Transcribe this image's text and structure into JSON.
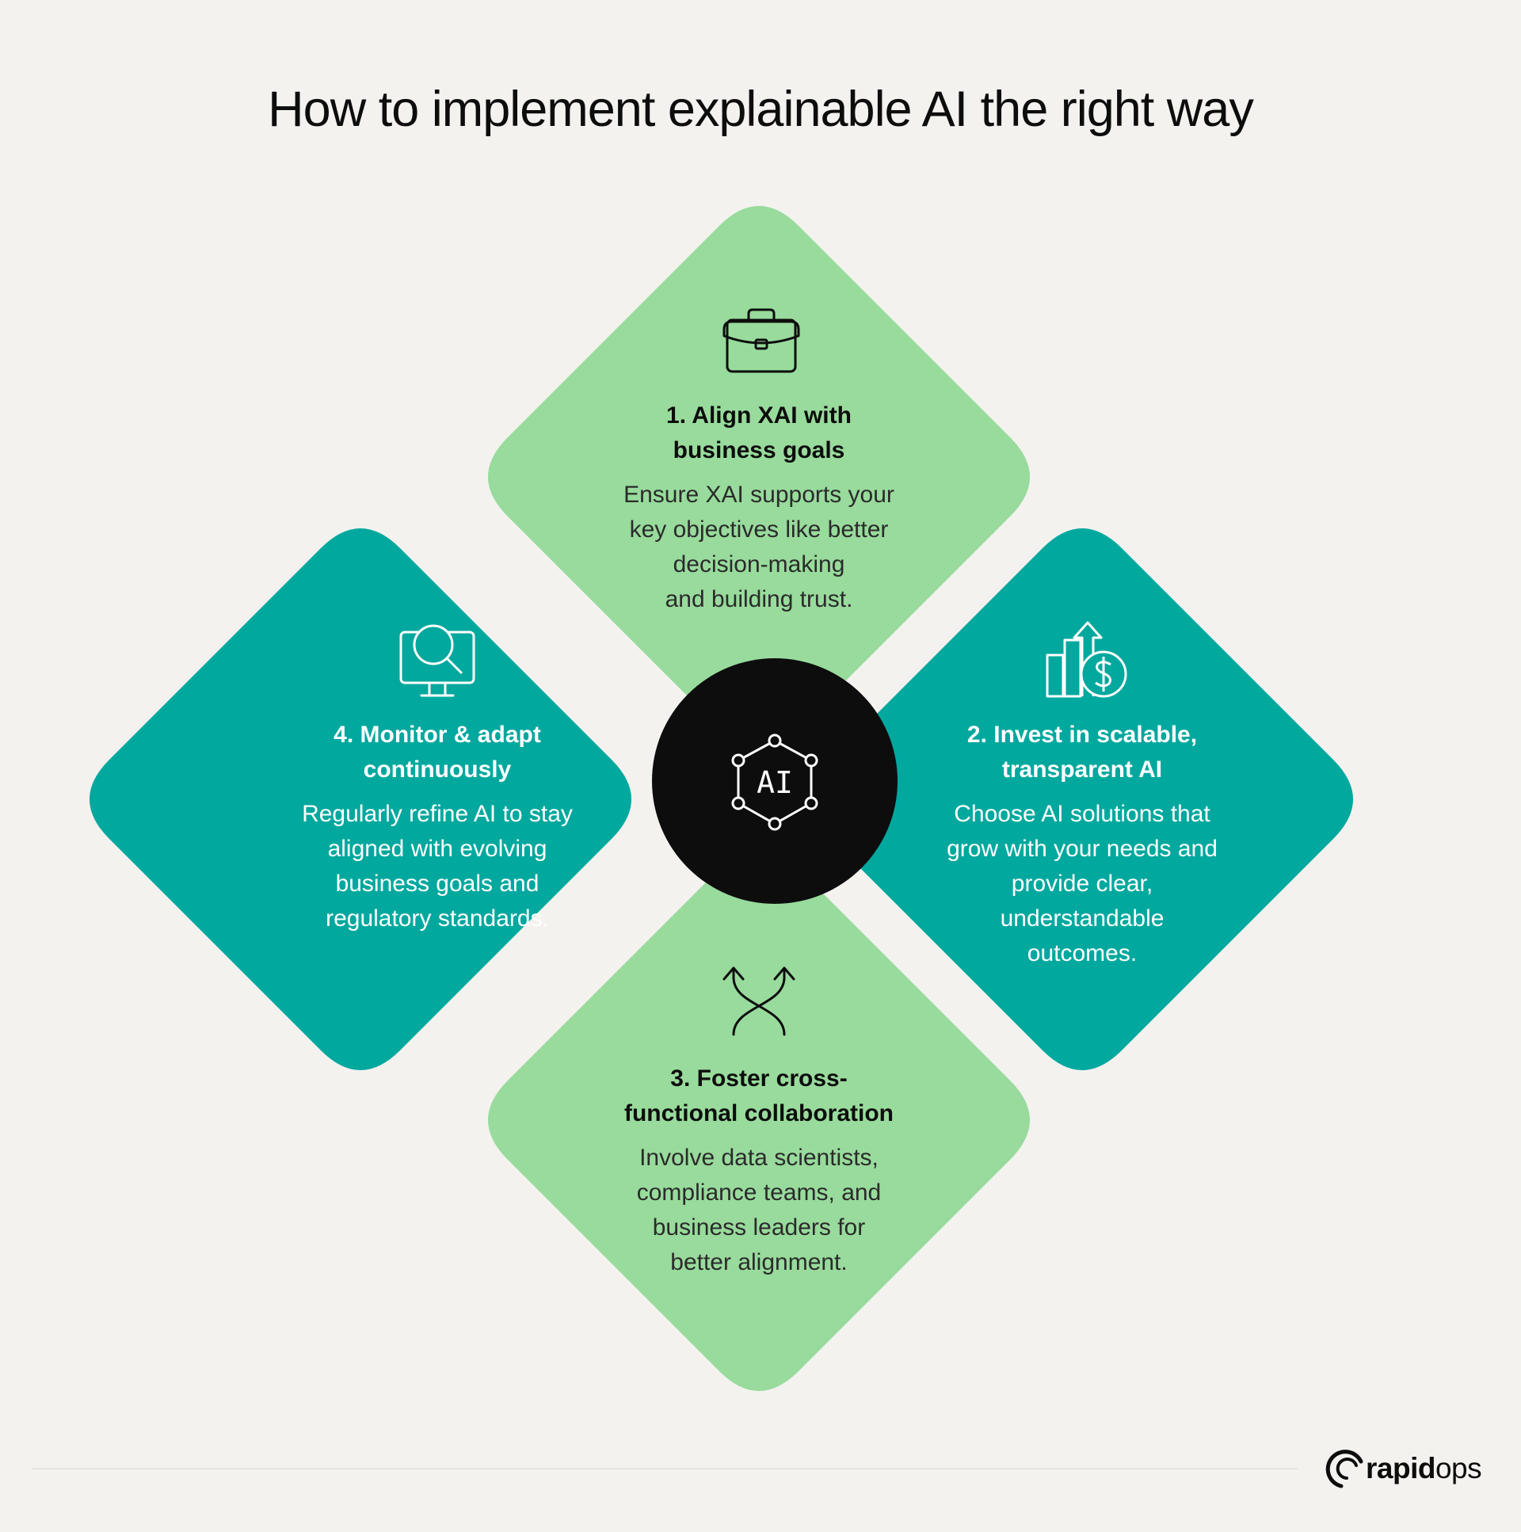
{
  "title": "How to implement explainable AI the right way",
  "colors": {
    "background": "#f3f2ef",
    "light_green": "#98db9c",
    "teal": "#00a89e",
    "center_circle": "#0d0d0d"
  },
  "center": {
    "label": "AI",
    "icon": "ai-network-hexagon-icon"
  },
  "steps": [
    {
      "number": 1,
      "title_lines": [
        "1. Align XAI with",
        "business goals"
      ],
      "description_lines": [
        "Ensure XAI supports your",
        "key objectives like better",
        "decision-making",
        "and building trust."
      ],
      "icon": "briefcase-icon",
      "color": "light_green"
    },
    {
      "number": 2,
      "title_lines": [
        "2. Invest in scalable,",
        "transparent AI"
      ],
      "description_lines": [
        "Choose AI solutions that",
        "grow with your needs and",
        "provide clear,",
        "understandable",
        "outcomes."
      ],
      "icon": "growth-chart-dollar-icon",
      "color": "teal"
    },
    {
      "number": 3,
      "title_lines": [
        "3. Foster cross-",
        "functional collaboration"
      ],
      "description_lines": [
        "Involve data scientists,",
        "compliance teams, and",
        "business leaders for",
        "better alignment."
      ],
      "icon": "crossing-arrows-icon",
      "color": "light_green"
    },
    {
      "number": 4,
      "title_lines": [
        "4. Monitor & adapt",
        "continuously"
      ],
      "description_lines": [
        "Regularly refine AI to stay",
        "aligned with evolving",
        "business goals and",
        "regulatory standards."
      ],
      "icon": "monitor-search-icon",
      "color": "teal"
    }
  ],
  "logo": {
    "icon": "rapidops-logo-icon",
    "word_bold": "rapid",
    "word_regular": "ops"
  }
}
